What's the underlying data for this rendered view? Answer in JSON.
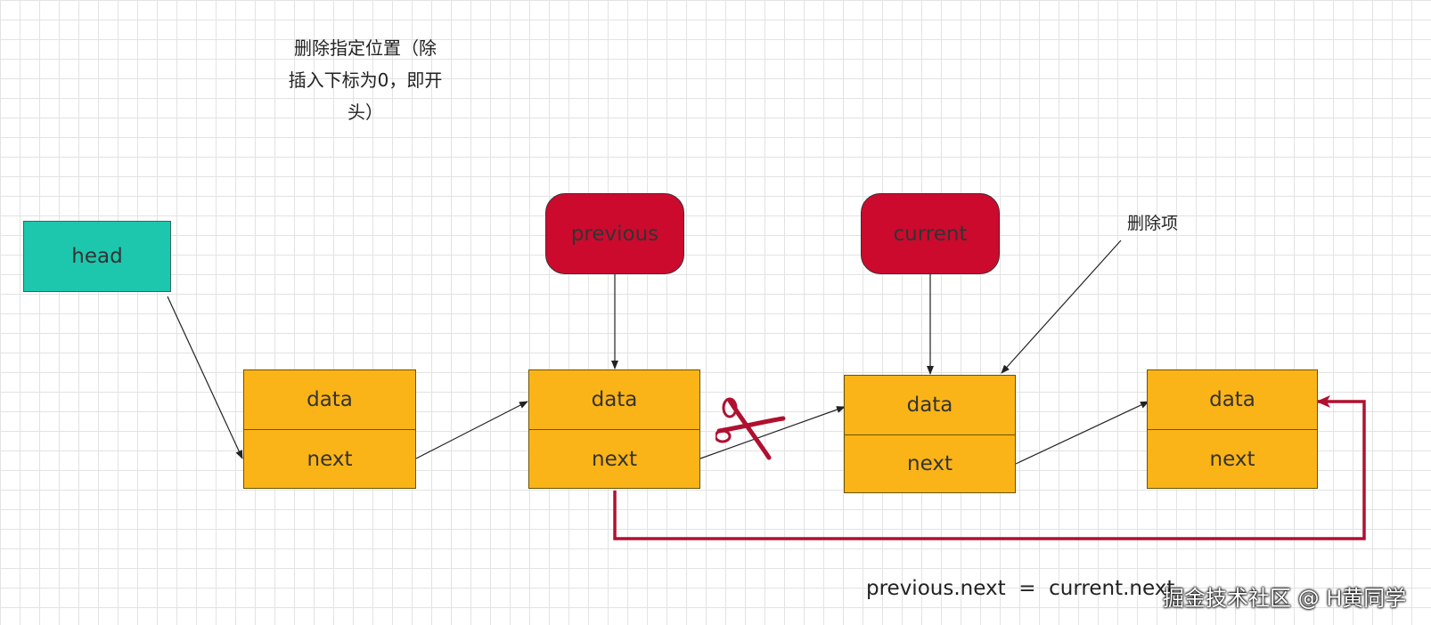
{
  "title_lines": [
    "删除指定位置（除",
    "插入下标为0，即开",
    "头）"
  ],
  "head_label": "head",
  "pointers": {
    "previous": "previous",
    "current": "current"
  },
  "nodes": [
    {
      "data": "data",
      "next": "next"
    },
    {
      "data": "data",
      "next": "next"
    },
    {
      "data": "data",
      "next": "next"
    },
    {
      "data": "data",
      "next": "next"
    }
  ],
  "delete_label": "删除项",
  "formula": "previous.next  =  current.next",
  "watermark": "掘金技术社区 @ H黄同学",
  "colors": {
    "node_fill": "#fbb417",
    "head_fill": "#1dc7ad",
    "pointer_fill": "#cc0a2e",
    "reroute_line": "#b01030",
    "grid": "#e3e3e3"
  },
  "icons": [
    "scissors-icon"
  ]
}
